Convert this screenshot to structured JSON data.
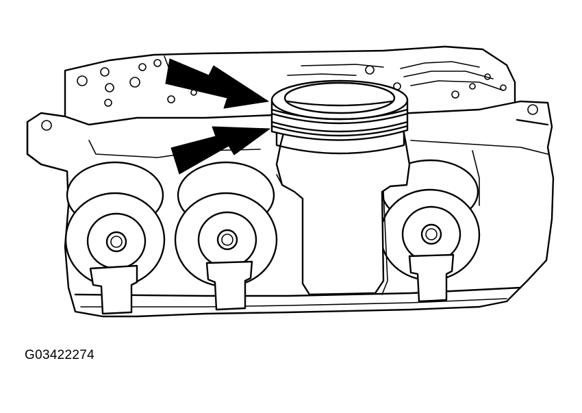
{
  "figure": {
    "id_label": "G03422274",
    "subject": "valve-body-with-solenoids-and-accumulator",
    "arrows": [
      {
        "name": "upper-arrow",
        "points_to": "upper-seal-ring"
      },
      {
        "name": "lower-arrow",
        "points_to": "lower-seal-ring"
      }
    ],
    "line_color": "#000000",
    "background_color": "#ffffff"
  }
}
